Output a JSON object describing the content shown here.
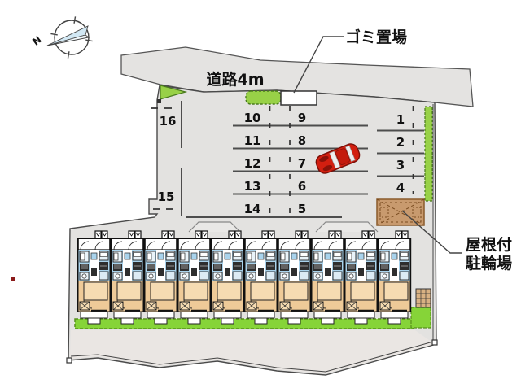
{
  "compass": {
    "north_label": "N"
  },
  "annotations": {
    "road": "道路4m",
    "garbage": "ゴミ置場",
    "bike_shed": [
      "屋根付",
      "駐輪場"
    ]
  },
  "parking": {
    "spaces": {
      "left": [
        "16",
        "15"
      ],
      "center_left": [
        "10",
        "11",
        "12",
        "13",
        "14"
      ],
      "center_right": [
        "9",
        "8",
        "7",
        "6",
        "5"
      ],
      "right": [
        "1",
        "2",
        "3",
        "4"
      ]
    }
  },
  "building": {
    "unit_count": 10
  },
  "colors": {
    "road_fill": "#e4e3e1",
    "site_fill": "#e3e2e0",
    "bottom_fill": "#eae6e3",
    "hedge_green": "#98d147",
    "grass_green": "#86d438",
    "unit_blue": "#a9d3ec",
    "unit_tan": "#eeca98",
    "unit_tan_light": "#f5dbb2",
    "bike_shed_brown": "#c89a6e",
    "car_red": "#d21f10"
  }
}
